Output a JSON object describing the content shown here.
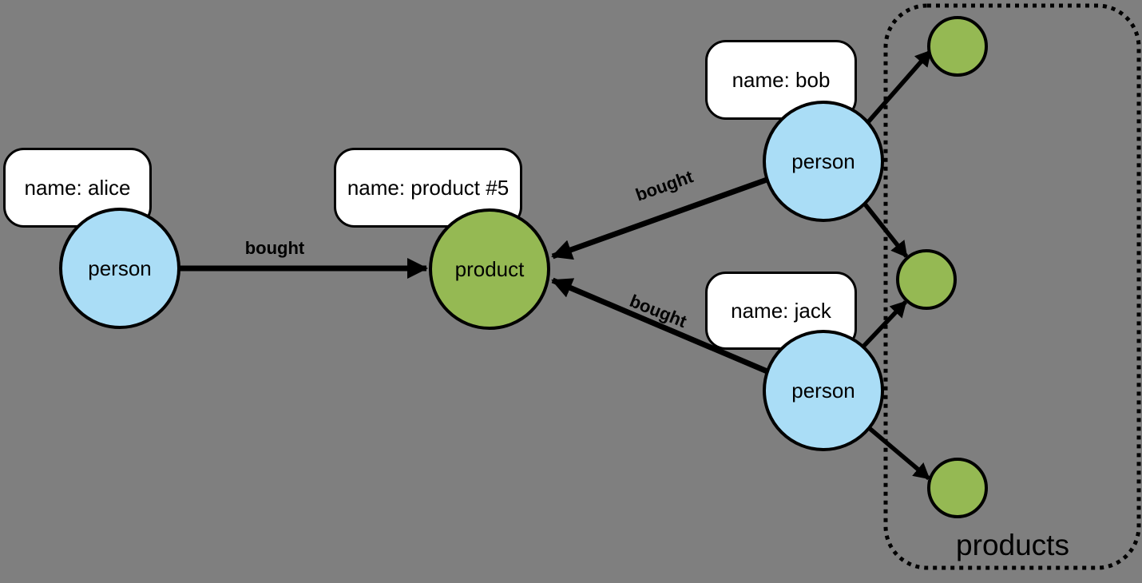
{
  "diagram": {
    "background_color": "#7f7f7f",
    "colors": {
      "background": "#7f7f7f",
      "person_fill": "#aaddf6",
      "product_fill": "#95b953",
      "box_fill": "#ffffff",
      "line": "#000000",
      "text": "#000000"
    },
    "nodes": [
      {
        "id": "alice",
        "label": "person",
        "property": "name: alice"
      },
      {
        "id": "bob",
        "label": "person",
        "property": "name: bob"
      },
      {
        "id": "jack",
        "label": "person",
        "property": "name: jack"
      },
      {
        "id": "product5",
        "label": "product",
        "property": "name: product #5"
      }
    ],
    "anonymous_product_nodes": 3,
    "edges": [
      {
        "from": "alice",
        "to": "product5",
        "label": "bought"
      },
      {
        "from": "bob",
        "to": "product5",
        "label": "bought"
      },
      {
        "from": "jack",
        "to": "product5",
        "label": "bought"
      },
      {
        "from": "bob",
        "to": "product-top",
        "label": ""
      },
      {
        "from": "bob",
        "to": "product-middle",
        "label": ""
      },
      {
        "from": "jack",
        "to": "product-middle",
        "label": ""
      },
      {
        "from": "jack",
        "to": "product-bottom",
        "label": ""
      }
    ],
    "cluster": {
      "label": "products"
    }
  }
}
